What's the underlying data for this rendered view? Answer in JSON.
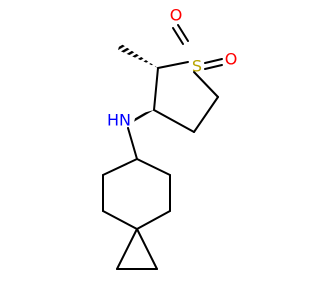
{
  "molecule": {
    "atoms": {
      "sulfur": {
        "symbol": "S",
        "color": "#b8a400"
      },
      "oxygen_right": {
        "symbol": "O",
        "color": "#ff0000"
      },
      "oxygen_bottom": {
        "symbol": "O",
        "color": "#ff0000"
      },
      "nitrogen": {
        "symbol": "N",
        "color": "#0000ff"
      },
      "nitrogen_hydrogen": {
        "symbol": "H",
        "color": "#0000ff"
      }
    },
    "bond_color": "#000000"
  }
}
